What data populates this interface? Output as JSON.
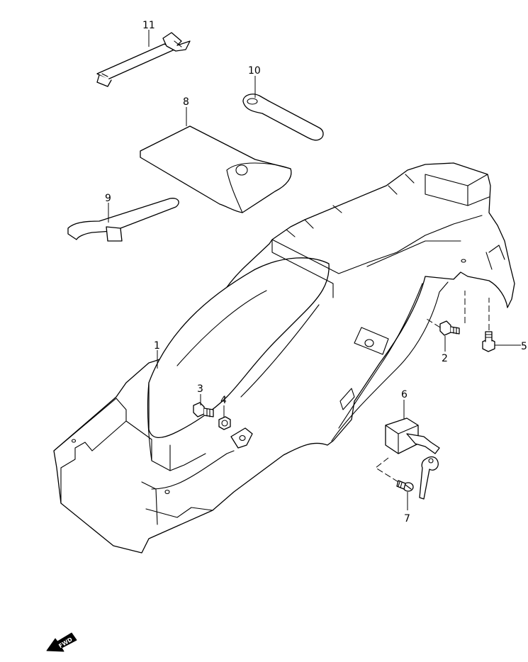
{
  "callouts": {
    "c1": "1",
    "c2": "2",
    "c3": "3",
    "c4": "4",
    "c5": "5",
    "c6": "6",
    "c7": "7",
    "c8": "8",
    "c9": "9",
    "c10": "10",
    "c11": "11"
  },
  "direction_badge": {
    "label": "FWD",
    "icon": "fwd-arrow-icon"
  }
}
